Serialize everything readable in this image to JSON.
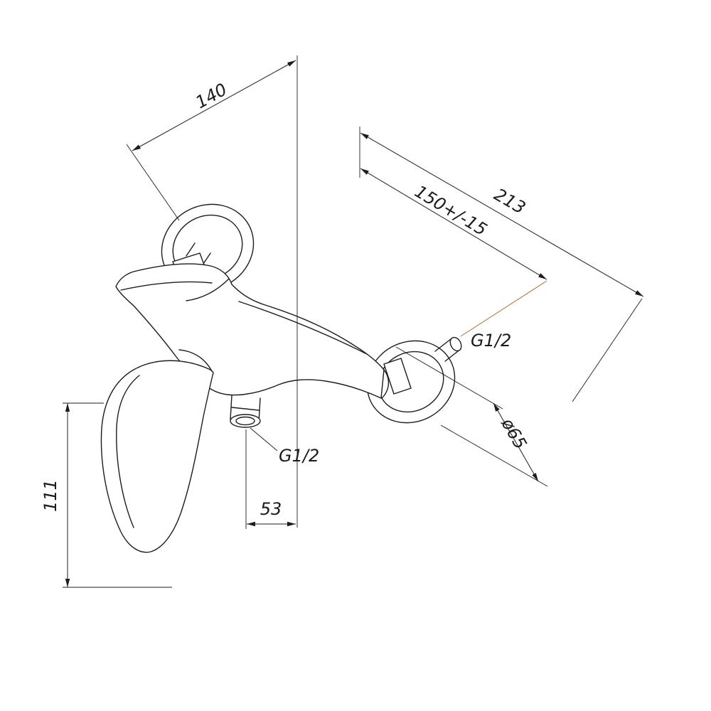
{
  "drawing": {
    "background_color": "#ffffff",
    "line_color": "#1d1d1d",
    "leader_accent_color": "#b0702c",
    "dimensions": {
      "d140": {
        "label": "140"
      },
      "d213": {
        "label": "213"
      },
      "d150": {
        "label": "150+/-15"
      },
      "thread_top": {
        "label": "G1/2"
      },
      "flange_diameter": {
        "label": "ø65"
      },
      "d111": {
        "label": "111"
      },
      "d53": {
        "label": "53"
      },
      "thread_bottom": {
        "label": "G1/2"
      }
    }
  }
}
